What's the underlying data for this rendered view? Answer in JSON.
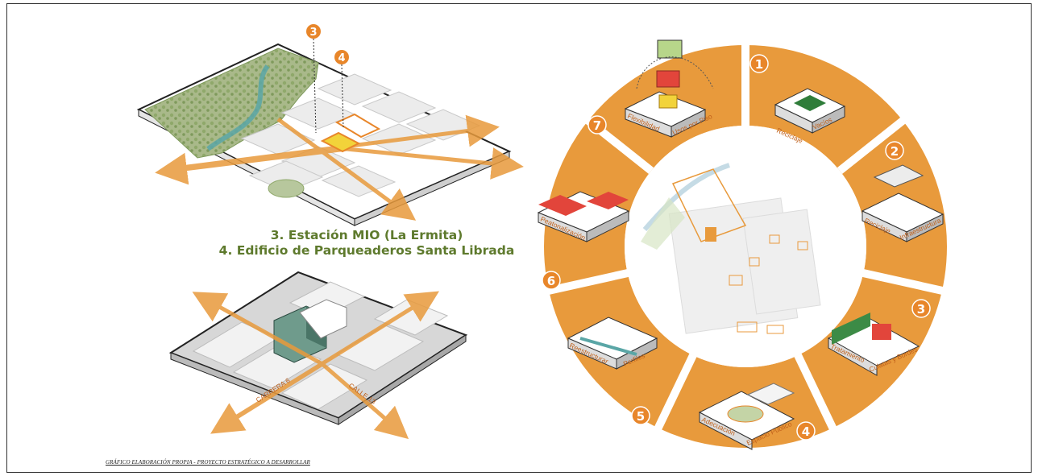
{
  "captions": {
    "line1": "3. Estación MIO (La Ermita)",
    "line2": "4. Edificio de Parqueaderos Santa Librada"
  },
  "footnote": "GRÁFICO ELABORACIÓN PROPIA - PROYECTO ESTRATÉGICO A DESARROLLAR",
  "top_markers": {
    "m3": "3",
    "m4": "4"
  },
  "street_labels": {
    "carrera": "CARRERA 6",
    "calle": "CALLE 13"
  },
  "wheel": {
    "segments": [
      {
        "number": "1",
        "labels": [
          "Reciclaje",
          "Vacíos"
        ]
      },
      {
        "number": "2",
        "labels": [
          "Reciclaje",
          "Infraestructura"
        ]
      },
      {
        "number": "3",
        "labels": [
          "Tratamiento",
          "Culatas y Bordes"
        ]
      },
      {
        "number": "4",
        "labels": [
          "Adecuación",
          "Espacio Público"
        ]
      },
      {
        "number": "5",
        "labels": [
          "Reestructurar",
          "Perfiles"
        ]
      },
      {
        "number": "6",
        "labels": [
          "Peatonalización"
        ]
      },
      {
        "number": "7",
        "labels": [
          "Flexibilidad",
          "Usos por Piso"
        ]
      }
    ]
  },
  "colors": {
    "accent_orange": "#e89a3c",
    "number_orange": "#e8862a",
    "caption_green": "#5e7a2d",
    "park_green": "#8fa86a",
    "river_teal": "#5aa6a6",
    "highlight_red": "#e2453b",
    "highlight_yellow": "#f2d33a"
  },
  "icons": [
    "city-axonometric-icon",
    "building-axonometric-icon",
    "urban-strategy-wheel-icon"
  ]
}
